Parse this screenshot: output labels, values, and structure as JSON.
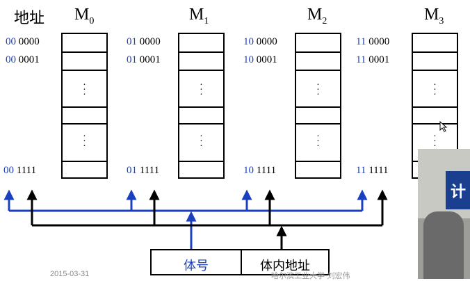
{
  "header": {
    "address_label": "地址"
  },
  "modules": [
    {
      "name": "M",
      "sub": "0",
      "addresses": [
        {
          "bank": "00",
          "offset": "0000"
        },
        {
          "bank": "00",
          "offset": "0001"
        },
        {
          "bank": "00",
          "offset": "1111"
        }
      ]
    },
    {
      "name": "M",
      "sub": "1",
      "addresses": [
        {
          "bank": "01",
          "offset": "0000"
        },
        {
          "bank": "01",
          "offset": "0001"
        },
        {
          "bank": "01",
          "offset": "1111"
        }
      ]
    },
    {
      "name": "M",
      "sub": "2",
      "addresses": [
        {
          "bank": "10",
          "offset": "0000"
        },
        {
          "bank": "10",
          "offset": "0001"
        },
        {
          "bank": "10",
          "offset": "1111"
        }
      ]
    },
    {
      "name": "M",
      "sub": "3",
      "addresses": [
        {
          "bank": "11",
          "offset": "0000"
        },
        {
          "bank": "11",
          "offset": "0001"
        },
        {
          "bank": "11",
          "offset": "1111"
        }
      ]
    }
  ],
  "bottom_register": {
    "bank_field": "体号",
    "offset_field": "体内地址"
  },
  "footer": {
    "date": "2015-03-31",
    "institution": "哈尔滨工业大学  刘宏伟"
  },
  "video_overlay": {
    "sign_char": "计"
  },
  "colors": {
    "blue": "#1a3fbf",
    "black": "#000000"
  }
}
